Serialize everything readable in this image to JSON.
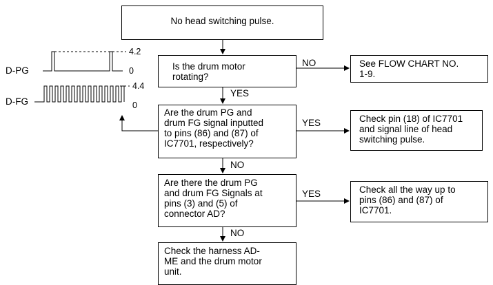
{
  "flowchart": {
    "start": "No head switching pulse.",
    "q1": "Is the drum motor\nrotating?",
    "q1_no_label": "NO",
    "q1_yes_label": "YES",
    "r1": "See FLOW CHART NO.\n1-9.",
    "q2": "Are the drum PG and\ndrum FG signal inputted\nto pins (86) and (87) of\nIC7701, respectively?",
    "q2_yes_label": "YES",
    "q2_no_label": "NO",
    "r2": "Check pin (18) of IC7701\nand signal line of head\nswitching pulse.",
    "q3": "Are there the drum PG\nand drum FG Signals at\npins (3) and (5) of\nconnector AD?",
    "q3_yes_label": "YES",
    "q3_no_label": "NO",
    "r3": "Check all the way up to\npins (86) and (87) of\nIC7701.",
    "end": "Check the harness AD-\nME and the drum motor\nunit."
  },
  "waveforms": {
    "pg_label": "D-PG",
    "pg_high": "4.2",
    "pg_low": "0",
    "fg_label": "D-FG",
    "fg_high": "4.4",
    "fg_low": "0"
  }
}
